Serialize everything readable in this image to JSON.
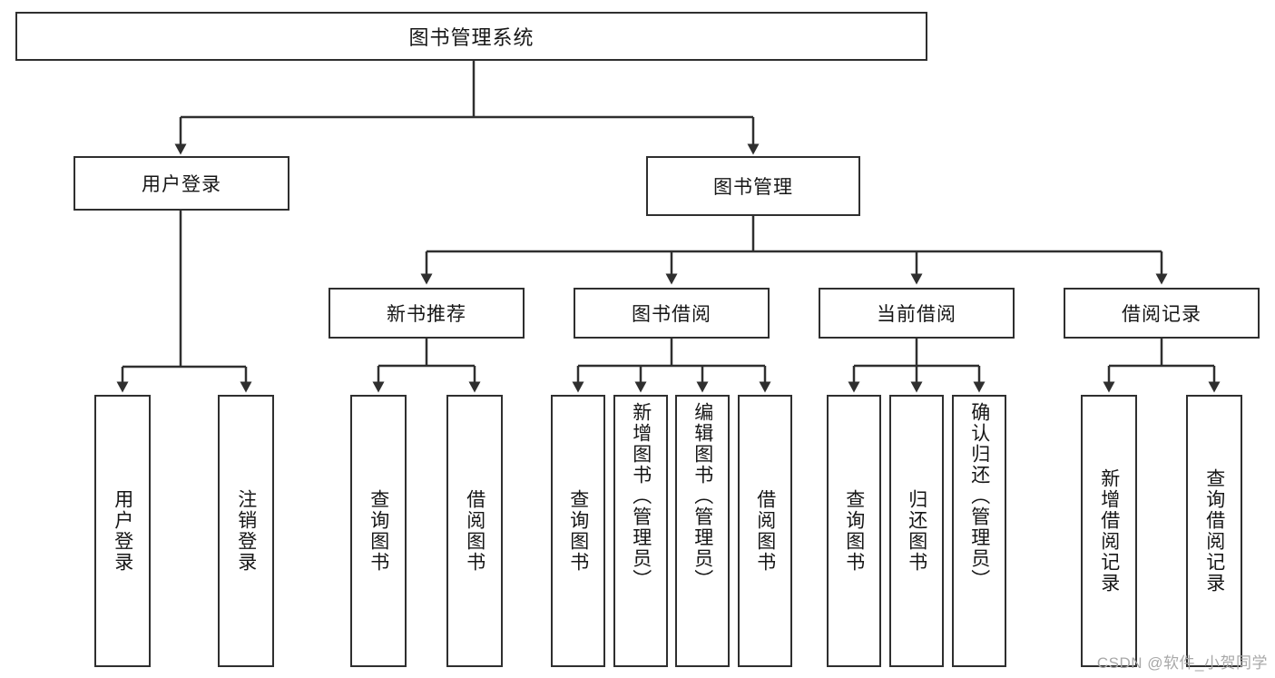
{
  "diagram": {
    "title": "图书管理系统",
    "type": "tree",
    "stroke_color": "#2f2f2f",
    "text_color": "#161616",
    "background_color": "#ffffff",
    "watermark": "CSDN @软件_小贺同学"
  },
  "root": {
    "label": "图书管理系统"
  },
  "level1": [
    {
      "label": "用户登录"
    },
    {
      "label": "图书管理"
    }
  ],
  "level2": [
    {
      "label": "新书推荐"
    },
    {
      "label": "图书借阅"
    },
    {
      "label": "当前借阅"
    },
    {
      "label": "借阅记录"
    }
  ],
  "leaves": {
    "user_login": [
      {
        "label": "用户登录"
      },
      {
        "label": "注销登录"
      }
    ],
    "new_book_recommend": [
      {
        "label": "查询图书"
      },
      {
        "label": "借阅图书"
      }
    ],
    "book_borrow": [
      {
        "label": "查询图书"
      },
      {
        "label": "新增图书（管理员）"
      },
      {
        "label": "编辑图书（管理员）"
      },
      {
        "label": "借阅图书"
      }
    ],
    "current_borrow": [
      {
        "label": "查询图书"
      },
      {
        "label": "归还图书"
      },
      {
        "label": "确认归还（管理员）"
      }
    ],
    "borrow_record": [
      {
        "label": "新增借阅记录"
      },
      {
        "label": "查询借阅记录"
      }
    ]
  }
}
